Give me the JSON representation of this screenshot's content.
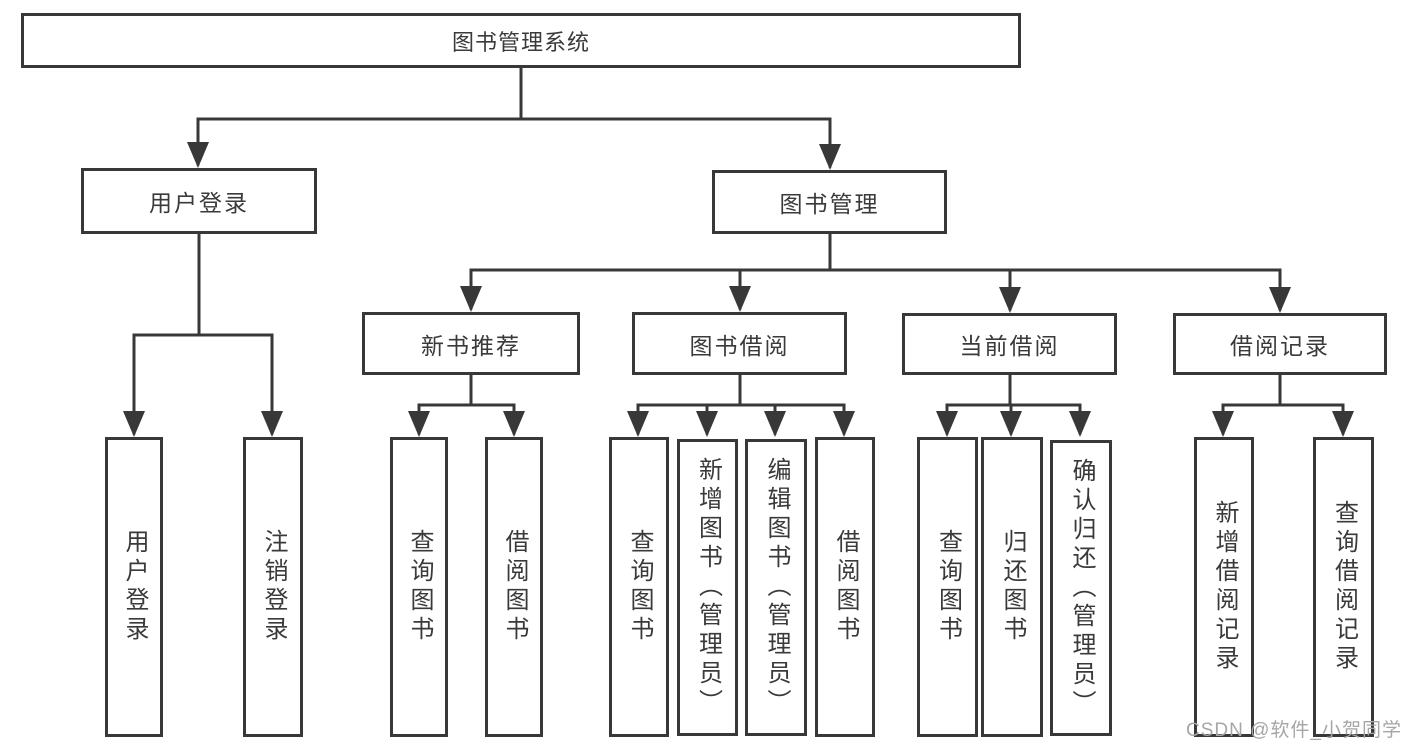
{
  "diagram": {
    "root": {
      "label": "图书管理系统"
    },
    "branches": [
      {
        "label": "用户登录",
        "children": [
          {
            "label": "用户登录"
          },
          {
            "label": "注销登录"
          }
        ]
      },
      {
        "label": "图书管理",
        "children": [
          {
            "label": "新书推荐",
            "children": [
              {
                "label": "查询图书"
              },
              {
                "label": "借阅图书"
              }
            ]
          },
          {
            "label": "图书借阅",
            "children": [
              {
                "label": "查询图书"
              },
              {
                "label": "新增图书（管理员）"
              },
              {
                "label": "编辑图书（管理员）"
              },
              {
                "label": "借阅图书"
              }
            ]
          },
          {
            "label": "当前借阅",
            "children": [
              {
                "label": "查询图书"
              },
              {
                "label": "归还图书"
              },
              {
                "label": "确认归还（管理员）"
              }
            ]
          },
          {
            "label": "借阅记录",
            "children": [
              {
                "label": "新增借阅记录"
              },
              {
                "label": "查询借阅记录"
              }
            ]
          }
        ]
      }
    ]
  },
  "watermark": "CSDN @软件_小贺同学",
  "colors": {
    "line": "#383838",
    "text": "#3a3a3a",
    "watermark": "#a6a6a6",
    "background": "#ffffff"
  }
}
